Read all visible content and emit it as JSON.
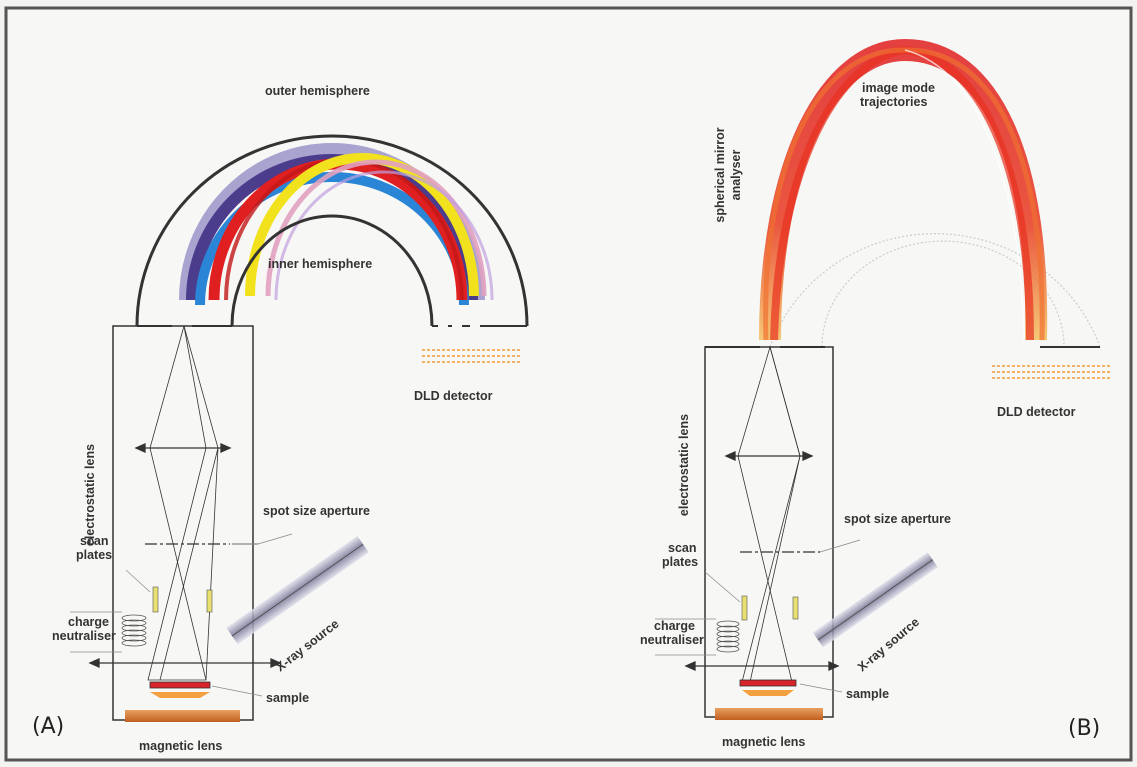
{
  "panel_a": {
    "letter": "(A)",
    "outer_hemisphere": "outer hemisphere",
    "inner_hemisphere": "inner hemisphere",
    "dld_detector": "DLD detector",
    "electrostatic_lens": "electrostatic lens",
    "spot_size_aperture": "spot size aperture",
    "scan_plates_1": "scan",
    "scan_plates_2": "plates",
    "charge_neutraliser_1": "charge",
    "charge_neutraliser_2": "neutraliser",
    "xray_source": "X-ray source",
    "sample": "sample",
    "magnetic_lens": "magnetic lens"
  },
  "panel_b": {
    "letter": "(B)",
    "image_mode_1": "image mode",
    "image_mode_2": "trajectories",
    "spherical_mirror_1": "spherical mirror",
    "spherical_mirror_2": "analyser",
    "dld_detector": "DLD detector",
    "electrostatic_lens": "electrostatic lens",
    "spot_size_aperture": "spot size aperture",
    "scan_plates_1": "scan",
    "scan_plates_2": "plates",
    "charge_neutraliser_1": "charge",
    "charge_neutraliser_2": "neutraliser",
    "xray_source": "X-ray source",
    "sample": "sample",
    "magnetic_lens": "magnetic lens"
  },
  "colors": {
    "frame": "#555555",
    "hemisphere_stroke": "#333333",
    "band_purple": "#4b3c8c",
    "band_blue": "#2a85d6",
    "band_red": "#e02020",
    "band_yellow": "#f2e21e",
    "band_pink": "#e0a0c0",
    "band_orange": "#f29a30",
    "sample_red": "#d8232a",
    "magnetic_lens": "#c9732a",
    "plate_yellow": "#e8e070"
  }
}
